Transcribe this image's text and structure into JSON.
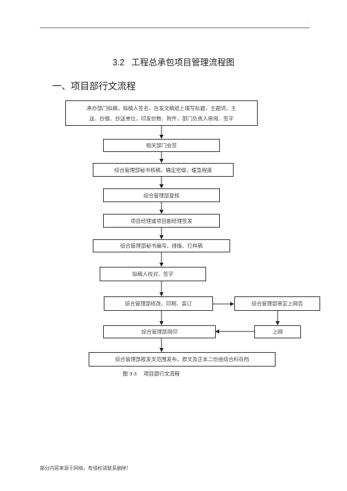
{
  "heading": {
    "number": "3.2",
    "title": "工程总承包项目管理流程图"
  },
  "section_title": "一、项目部行文流程",
  "flow": {
    "step1": [
      "承办部门拟稿，拟稿人签名，在发文稿纸上填写标题，主题词，主",
      "送、抄报、抄送单位，印发份数、附件，部门负责人审阅、签字"
    ],
    "step2": "相关部门会签",
    "step3": "综合管理部秘书核稿，确定密级，缓急程度",
    "step4": "综合管理部复核",
    "step5": "项目经理或项目副经理签发",
    "step6": "综合管理部秘书编号、排版、打样稿",
    "step7": "拟稿人校对、签字",
    "step8": "综合管理部修改、印刷、装订",
    "step9": "综合管理部用印",
    "side1": "综合管理部审定上网否",
    "side2": "上网",
    "step10": "综合管理部按发文范围发布，原文及正本二份由综合科存档"
  },
  "caption": {
    "figure": "图 3-3",
    "text": "项目部行文流程"
  },
  "footer": "部分内容来源于网络，有侵权请联系删除!",
  "colors": {
    "line": "#333333",
    "text": "#444444"
  }
}
